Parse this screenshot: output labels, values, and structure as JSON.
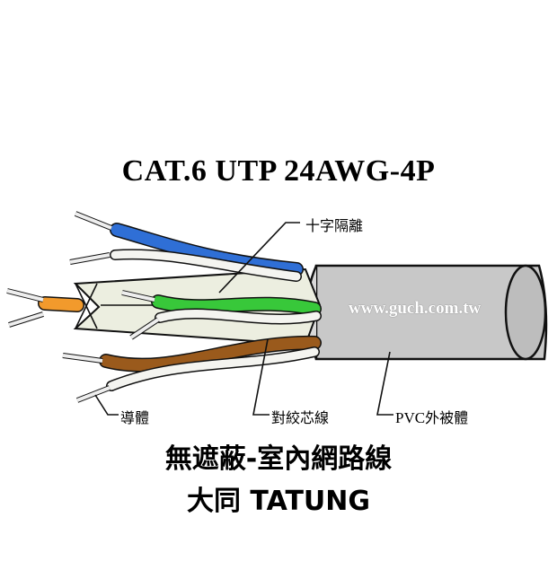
{
  "title": "CAT.6 UTP 24AWG-4P",
  "watermark": "www.guch.com.tw",
  "labels": {
    "cross_separator": "十字隔離",
    "conductor": "導體",
    "twisted_pairs": "對絞芯線",
    "pvc_jacket_prefix": "PVC",
    "pvc_jacket_suffix": "外被體"
  },
  "subtitle_line1": "無遮蔽-室內網路線",
  "subtitle_line2": "大同 TATUNG",
  "colors": {
    "jacket": "#c8c8c8",
    "jacket_dark": "#9a9a9a",
    "blue_pair": "#2f6fd6",
    "green_pair": "#38c83a",
    "orange_pair": "#f29a2c",
    "brown_pair": "#9a5a1c",
    "white_wire": "#f4f4f0",
    "separator": "#eceee0"
  }
}
